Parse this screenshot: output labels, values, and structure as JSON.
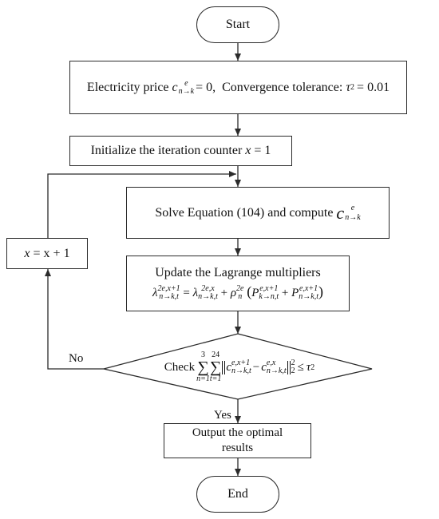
{
  "start": "Start",
  "init_params": {
    "price_label": "Electricity price",
    "price_symbol": "c",
    "price_sup": "e",
    "price_sub": "n→k",
    "price_value": "= 0,",
    "tol_label": "Convergence tolerance:",
    "tol_symbol": "τ",
    "tol_sub": "2",
    "tol_value": "= 0.01"
  },
  "init_counter": {
    "text": "Initialize the iteration counter",
    "var": "x",
    "value": "= 1"
  },
  "solve": {
    "text": "Solve Equation (104) and compute",
    "symbol": "c",
    "sup": "e",
    "sub": "n→k"
  },
  "update": {
    "title": "Update the Lagrange multipliers",
    "lhs": "λ",
    "lhs_sup": "2e,x+1",
    "lhs_sub": "n→k,t",
    "eq": "=",
    "term1": "λ",
    "term1_sup": "2e,x",
    "term1_sub": "n→k,t",
    "plus": "+",
    "rho": "ρ",
    "rho_sup": "2e",
    "rho_sub": "n",
    "lparen": "(",
    "p1": "P",
    "p1_sup": "e,x+1",
    "p1_sub": "k→n,t",
    "plus2": "+",
    "p2": "P",
    "p2_sup": "e,x+1",
    "p2_sub": "n→k,t",
    "rparen": ")"
  },
  "increment": {
    "lhs": "x",
    "rhs": "= x + 1"
  },
  "check": {
    "label": "Check",
    "sum1_upper": "3",
    "sum1_lower": "n=1",
    "sum2_upper": "24",
    "sum2_lower": "t=1",
    "sigma": "∑",
    "c1": "c",
    "c1_sup": "e,x+1",
    "c1_sub": "n→k,t",
    "minus": "−",
    "c2": "c",
    "c2_sup": "e,x",
    "c2_sub": "n→k,t",
    "norm_sub": "2",
    "norm_sup": "2",
    "leq": "≤",
    "tau": "τ",
    "tau_sub": "2"
  },
  "branch_no": "No",
  "branch_yes": "Yes",
  "output": {
    "line1": "Output the optimal",
    "line2": "results"
  },
  "end": "End"
}
